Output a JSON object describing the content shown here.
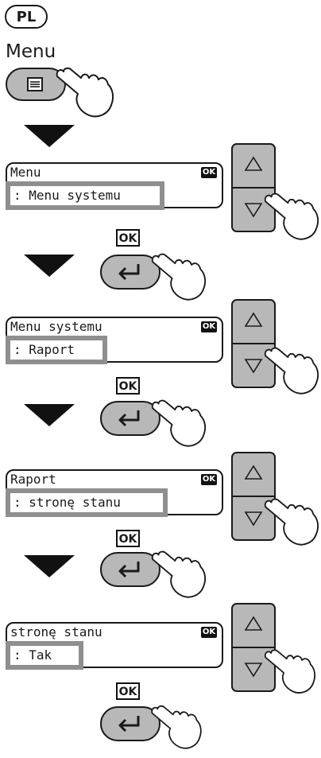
{
  "header": {
    "language": "PL",
    "title": "Menu"
  },
  "buttons": {
    "ok": "OK"
  },
  "icons": {
    "menu_key": "menu-list-icon",
    "enter_key": "enter-return-icon",
    "up": "up-triangle-icon",
    "down": "down-triangle-icon",
    "step_arrow": "down-arrow-icon",
    "hand": "pointing-hand-icon"
  },
  "steps": [
    {
      "line1": "Menu",
      "line2": ": Menu systemu",
      "ok_badge": "OK"
    },
    {
      "line1": "Menu systemu",
      "line2": ": Raport",
      "ok_badge": "OK"
    },
    {
      "line1": "Raport",
      "line2": ": stronę stanu",
      "ok_badge": "OK"
    },
    {
      "line1": "stronę stanu",
      "line2": ": Tak",
      "ok_badge": "OK"
    }
  ]
}
